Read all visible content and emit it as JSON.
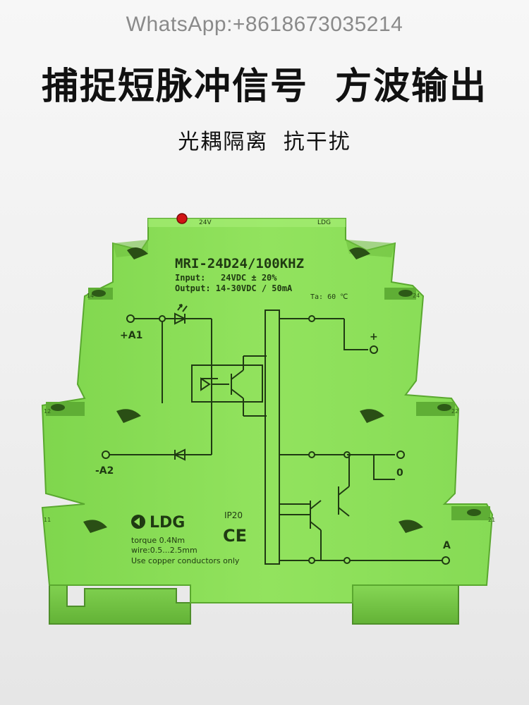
{
  "watermark": "WhatsApp:+8618673035214",
  "headline": "捕捉短脉冲信号 方波输出",
  "subline": "光耦隔离 抗干扰",
  "colors": {
    "housing": "#8fe05b",
    "housing_dark": "#6fbf3f",
    "ink": "#1f3a12",
    "led": "#d11414"
  },
  "device": {
    "top_tag_24v": "24V",
    "top_tag_brand": "LDG",
    "model": "MRI-24D24/100KHZ",
    "input": "Input:   24VDC ± 20%",
    "output": "Output: 14-30VDC / 50mA",
    "ta": "Ta: 60 ℃",
    "a1": "+A1",
    "a2": "-A2",
    "plus": "+",
    "zero": "0",
    "a": "A",
    "brand": "LDG",
    "ip": "IP20",
    "ce": "CE",
    "torque": "torque 0.4Nm",
    "wire": "wire:0.5...2.5mm",
    "copper": "Use copper conductors only",
    "side_marks": [
      "14",
      "12",
      "11",
      "24",
      "22",
      "21"
    ]
  }
}
